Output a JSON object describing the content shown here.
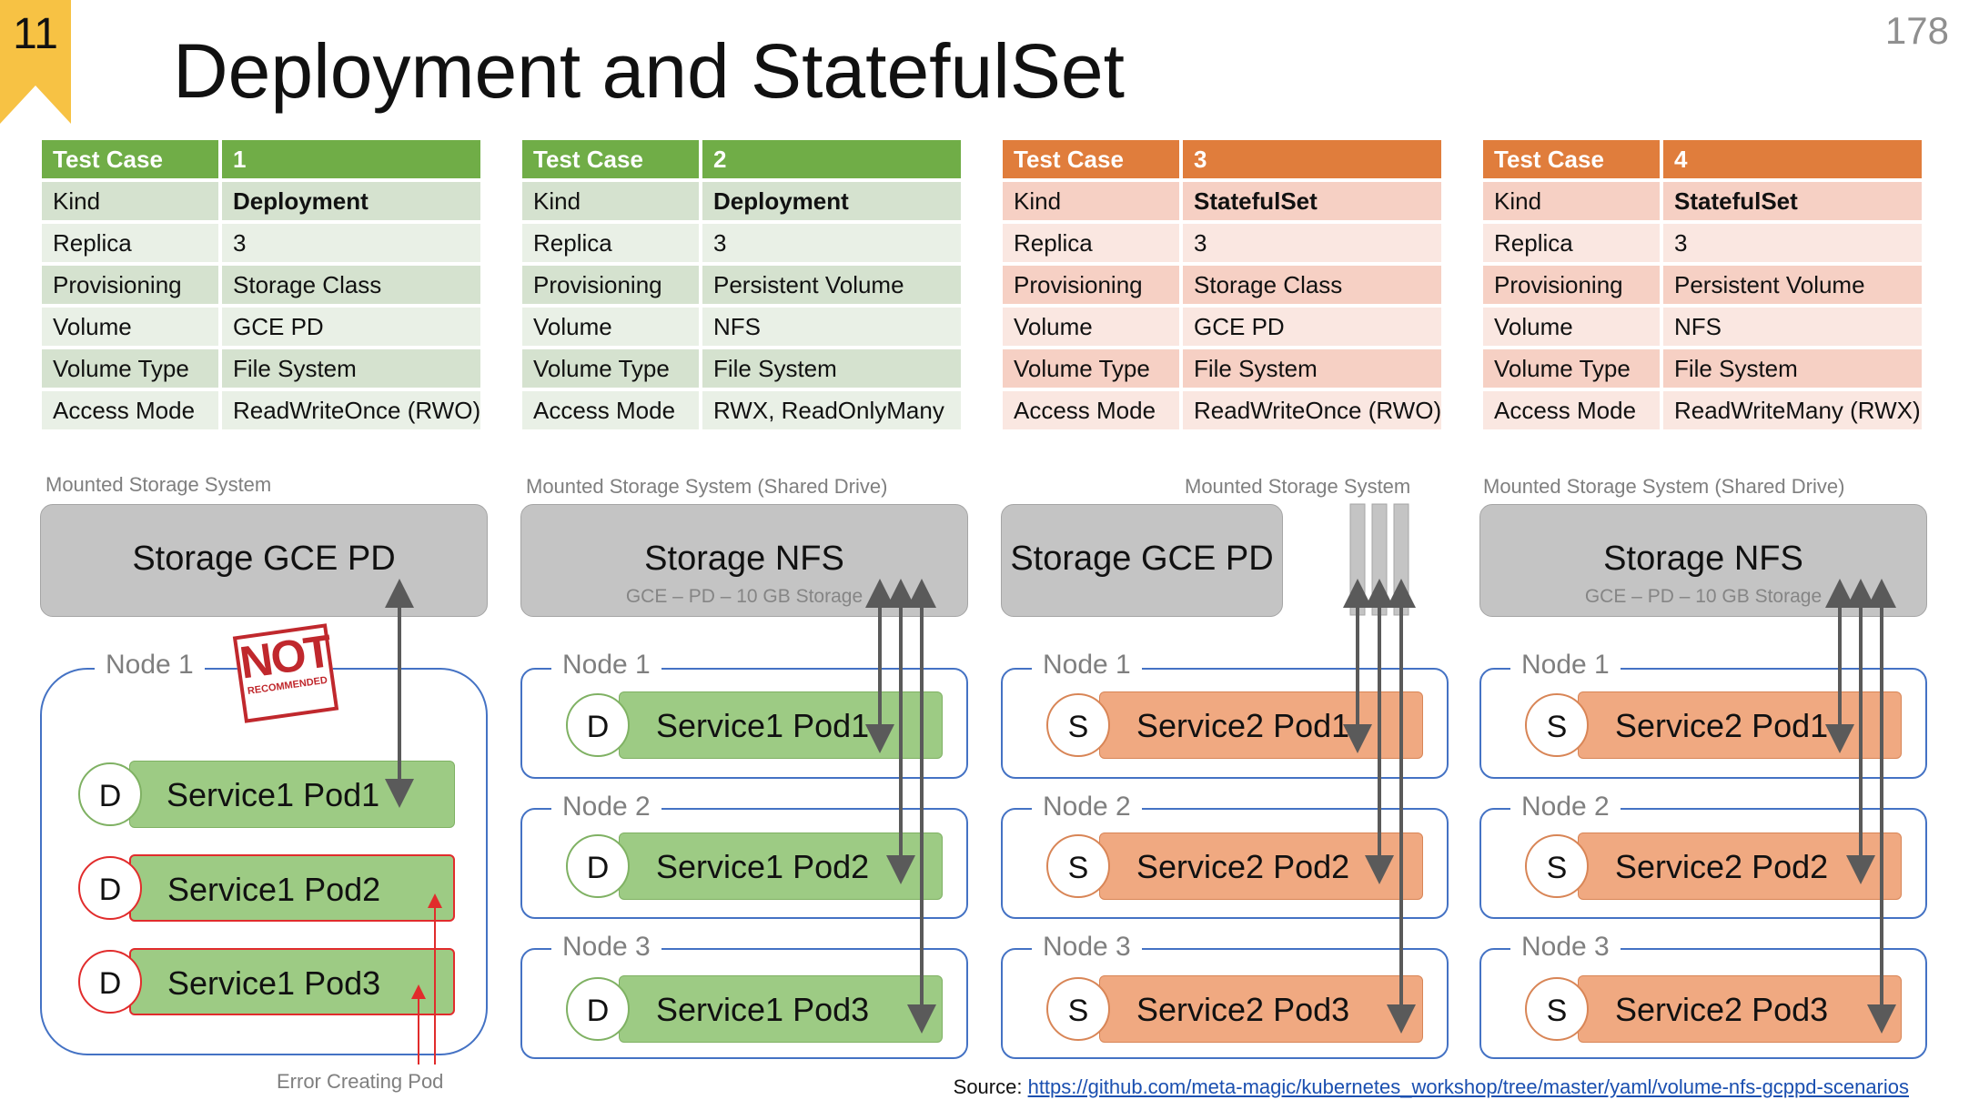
{
  "slide": {
    "section_number": "11",
    "page_number": "178",
    "title": "Deployment and StatefulSet"
  },
  "tables": [
    {
      "header": [
        "Test Case",
        "1"
      ],
      "rows": [
        [
          "Kind",
          "Deployment"
        ],
        [
          "Replica",
          "3"
        ],
        [
          "Provisioning",
          "Storage Class"
        ],
        [
          "Volume",
          "GCE PD"
        ],
        [
          "Volume Type",
          "File System"
        ],
        [
          "Access Mode",
          "ReadWriteOnce (RWO)"
        ]
      ]
    },
    {
      "header": [
        "Test Case",
        "2"
      ],
      "rows": [
        [
          "Kind",
          "Deployment"
        ],
        [
          "Replica",
          "3"
        ],
        [
          "Provisioning",
          "Persistent Volume"
        ],
        [
          "Volume",
          "NFS"
        ],
        [
          "Volume Type",
          "File System"
        ],
        [
          "Access Mode",
          "RWX, ReadOnlyMany"
        ]
      ]
    },
    {
      "header": [
        "Test Case",
        "3"
      ],
      "rows": [
        [
          "Kind",
          "StatefulSet"
        ],
        [
          "Replica",
          "3"
        ],
        [
          "Provisioning",
          "Storage Class"
        ],
        [
          "Volume",
          "GCE PD"
        ],
        [
          "Volume Type",
          "File System"
        ],
        [
          "Access Mode",
          "ReadWriteOnce (RWO)"
        ]
      ]
    },
    {
      "header": [
        "Test Case",
        "4"
      ],
      "rows": [
        [
          "Kind",
          "StatefulSet"
        ],
        [
          "Replica",
          "3"
        ],
        [
          "Provisioning",
          "Persistent Volume"
        ],
        [
          "Volume",
          "NFS"
        ],
        [
          "Volume Type",
          "File System"
        ],
        [
          "Access Mode",
          "ReadWriteMany (RWX)"
        ]
      ]
    }
  ],
  "scenarios": [
    {
      "caption": "Mounted Storage System",
      "storage_title": "Storage GCE PD",
      "storage_subtitle": "",
      "nodes": [
        "Node 1"
      ],
      "pods": [
        {
          "letter": "D",
          "name": "Service1 Pod1",
          "status": "ok"
        },
        {
          "letter": "D",
          "name": "Service1 Pod2",
          "status": "error"
        },
        {
          "letter": "D",
          "name": "Service1 Pod3",
          "status": "error"
        }
      ],
      "stamp": {
        "big": "NOT",
        "small": "RECOMMENDED"
      },
      "error_note": "Error Creating Pod"
    },
    {
      "caption": "Mounted Storage System (Shared Drive)",
      "storage_title": "Storage NFS",
      "storage_subtitle": "GCE – PD – 10 GB Storage",
      "nodes": [
        "Node 1",
        "Node 2",
        "Node 3"
      ],
      "pods": [
        {
          "letter": "D",
          "name": "Service1 Pod1",
          "status": "ok"
        },
        {
          "letter": "D",
          "name": "Service1 Pod2",
          "status": "ok"
        },
        {
          "letter": "D",
          "name": "Service1 Pod3",
          "status": "ok"
        }
      ]
    },
    {
      "caption": "Mounted Storage System",
      "storage_title": "Storage GCE PD",
      "storage_subtitle": "",
      "nodes": [
        "Node 1",
        "Node 2",
        "Node 3"
      ],
      "pods": [
        {
          "letter": "S",
          "name": "Service2 Pod1",
          "status": "ok"
        },
        {
          "letter": "S",
          "name": "Service2 Pod2",
          "status": "ok"
        },
        {
          "letter": "S",
          "name": "Service2 Pod3",
          "status": "ok"
        }
      ]
    },
    {
      "caption": "Mounted Storage System (Shared Drive)",
      "storage_title": "Storage NFS",
      "storage_subtitle": "GCE – PD – 10 GB Storage",
      "nodes": [
        "Node 1",
        "Node 2",
        "Node 3"
      ],
      "pods": [
        {
          "letter": "S",
          "name": "Service2 Pod1",
          "status": "ok"
        },
        {
          "letter": "S",
          "name": "Service2 Pod2",
          "status": "ok"
        },
        {
          "letter": "S",
          "name": "Service2 Pod3",
          "status": "ok"
        }
      ]
    }
  ],
  "source": {
    "label": "Source: ",
    "link_text": "https://github.com/meta-magic/kubernetes_workshop/tree/master/yaml/volume-nfs-gcppd-scenarios"
  },
  "colors": {
    "deployment_accent": "#70ad47",
    "statefulset_accent": "#e07d3c",
    "node_border": "#4472c4",
    "error": "#e12c2c",
    "badge": "#f7c244"
  }
}
